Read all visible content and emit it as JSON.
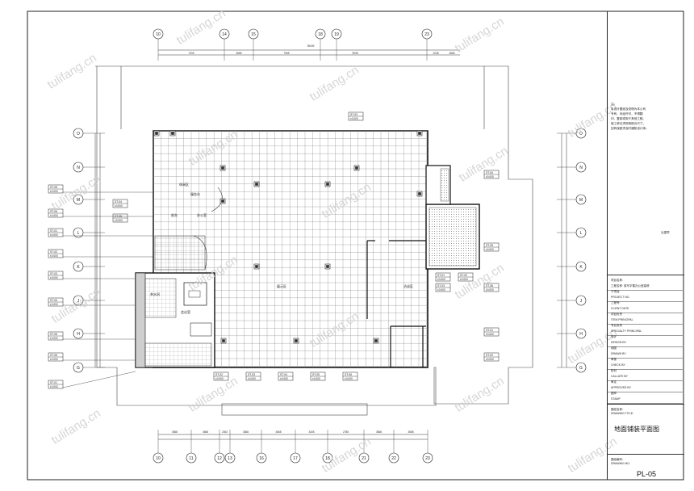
{
  "watermark": "tulifang.cn",
  "top_axes": [
    "10",
    "14",
    "15",
    "18",
    "19",
    "23"
  ],
  "top_dims": [
    "7205",
    "3685",
    "7965",
    "9938",
    "2038",
    "2868"
  ],
  "top_total": "35449",
  "bottom_axes": [
    "10",
    "11",
    "12",
    "13",
    "16",
    "17",
    "18",
    "21",
    "22",
    "23"
  ],
  "bottom_dims": [
    "3668",
    "3668",
    "2063",
    "3668",
    "3668",
    "3405",
    "2785",
    "3668",
    "3668"
  ],
  "left_axes": [
    "O",
    "N",
    "M",
    "L",
    "K",
    "J",
    "H",
    "G"
  ],
  "right_axes": [
    "O",
    "N",
    "M",
    "L",
    "K",
    "J",
    "H",
    "G"
  ],
  "room_labels": [
    "休闲区",
    "服务台",
    "前台",
    "办公室",
    "茶水间",
    "会议室",
    "展示区",
    "洽谈区"
  ],
  "tags": [
    "ST-05",
    "ST-06",
    "ST-01",
    "ST-02",
    "ST-03",
    "ST-04"
  ],
  "tag_sub": "±0.000",
  "titleblock": {
    "notes": [
      "注：",
      "本设计图纸及说明为本公司",
      "专有，未经许可，不得翻",
      "印、复制或用于其他工程。",
      "施工单位须现场核对尺寸，",
      "如有误差须及时通知设计师。"
    ],
    "sign_label": "出图章",
    "fields": [
      "项目名称:",
      "工程名称: 某写字楼办公室装修",
      "子项目:",
      "PROJECT NO.",
      "工程号:",
      "CLIENT DATE",
      "项目负责",
      "ITEM PRINCIPAL",
      "专业负责",
      "SPECIALTY PRINCIPAL",
      "设计",
      "DESIGN BY",
      "制图",
      "DRAWN BY",
      "审核",
      "CHECK BY",
      "校对",
      "CALLATE BY",
      "审定",
      "APPROVED BY",
      "图章",
      "STAMP"
    ],
    "drawing_title_label": "图纸名称：",
    "drawing_title_sub": "DRAWING TITLE:",
    "drawing_title": "地面铺装平面图",
    "drawing_no_label": "图纸编号：",
    "drawing_no_sub": "DRAWING NO.",
    "drawing_no": "PL-05"
  }
}
